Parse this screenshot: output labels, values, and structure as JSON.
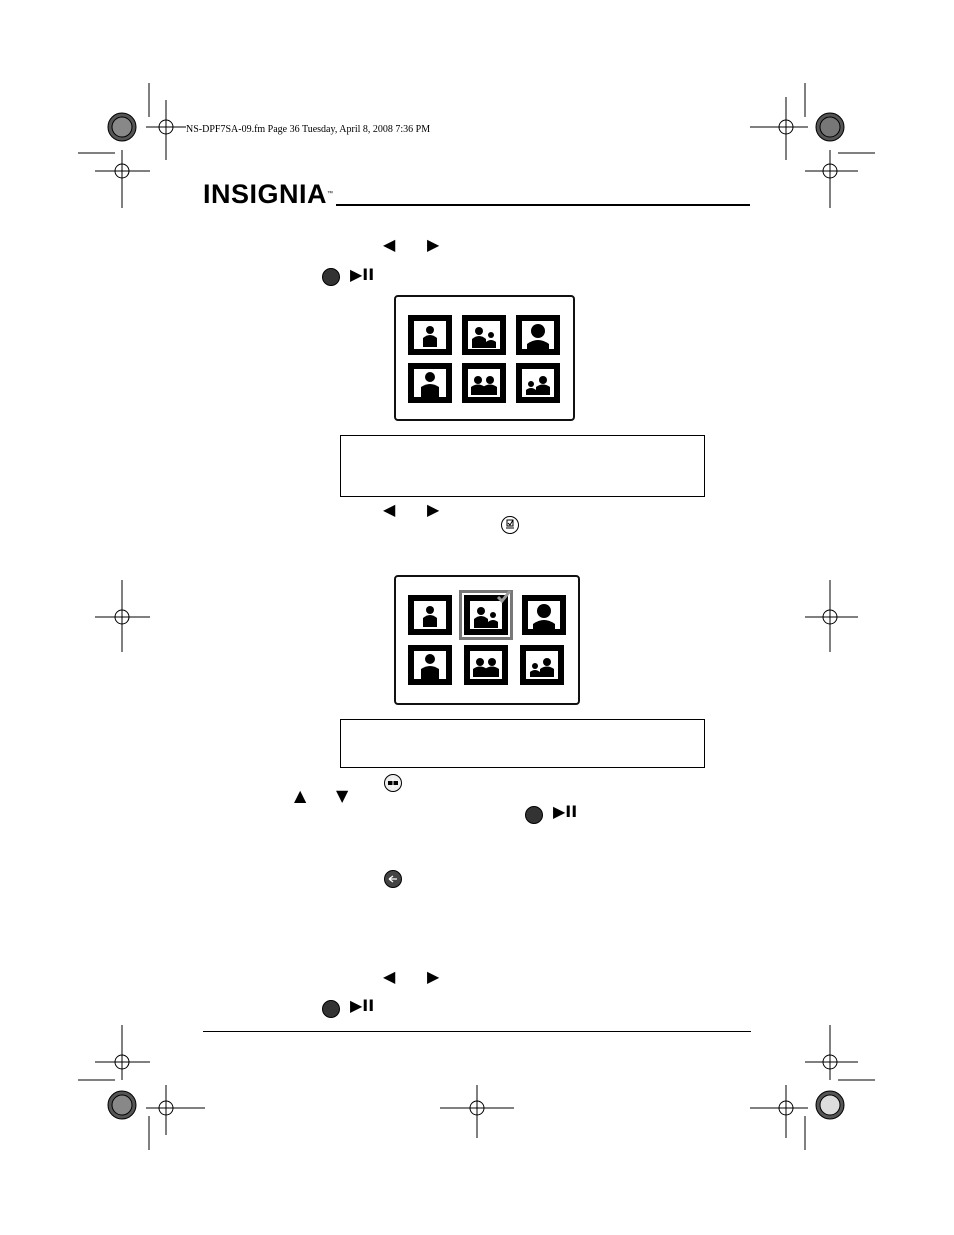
{
  "header": {
    "file_info": "NS-DPF7SA-09.fm  Page 36  Tuesday, April 8, 2008  7:36 PM"
  },
  "brand": {
    "logo_text": "INSIGNIA",
    "trademark": "™"
  },
  "glyphs": {
    "left_arrow": "◀",
    "right_arrow": "▶",
    "up_arrow": "▲",
    "down_arrow": "▼",
    "play_pause": "▶II"
  },
  "icons": {
    "enter_button": "play-pause-enter-icon",
    "select_button": "checkmark-select-icon",
    "menu_button": "menu-icon",
    "back_button": "back-icon",
    "person_single": "person-icon",
    "person_pair": "people-icon"
  },
  "screens": {
    "grid1": {
      "thumbs": [
        "single",
        "pair",
        "single-female",
        "single-badge",
        "pair",
        "pair"
      ]
    },
    "grid2": {
      "thumbs": [
        "single",
        "pair-selected",
        "single-female",
        "single-badge",
        "pair",
        "pair"
      ],
      "selected_index": 1
    }
  },
  "colors": {
    "ink": "#000000",
    "button_fill": "#333333",
    "selection_border": "#777777"
  }
}
